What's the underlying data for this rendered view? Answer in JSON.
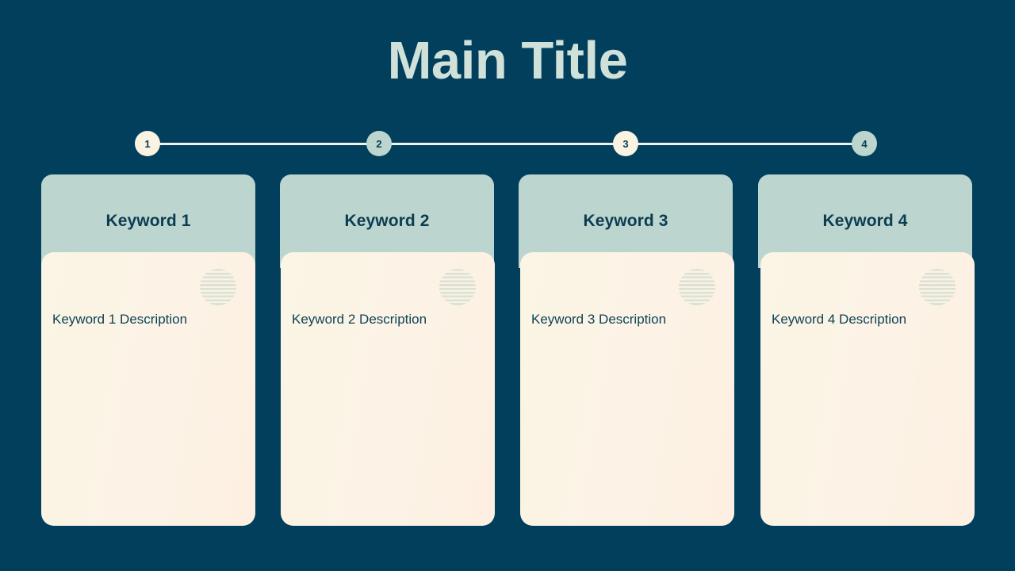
{
  "slide": {
    "title": "Main Title",
    "background_color": "#023f5c",
    "title_color": "#cfe1d8"
  },
  "timeline": {
    "line_color": "#eef3ef",
    "markers": [
      {
        "number": "1",
        "style": "cream",
        "color": "#fbf3e2"
      },
      {
        "number": "2",
        "style": "sage",
        "color": "#bcd5ce"
      },
      {
        "number": "3",
        "style": "cream",
        "color": "#fbf3e2"
      },
      {
        "number": "4",
        "style": "sage",
        "color": "#bcd5ce"
      }
    ]
  },
  "cards": [
    {
      "header": "Keyword 1",
      "description": "Keyword 1 Description",
      "decoration_icon": "striped-circle-icon",
      "header_color": "#bcd5ce",
      "body_color": "#faf5e4"
    },
    {
      "header": "Keyword 2",
      "description": "Keyword 2 Description",
      "decoration_icon": "striped-circle-icon",
      "header_color": "#bcd5ce",
      "body_color": "#faf5e4"
    },
    {
      "header": "Keyword 3",
      "description": "Keyword 3 Description",
      "decoration_icon": "striped-circle-icon",
      "header_color": "#bcd5ce",
      "body_color": "#faf5e4"
    },
    {
      "header": "Keyword 4",
      "description": "Keyword 4 Description",
      "decoration_icon": "striped-circle-icon",
      "header_color": "#bcd5ce",
      "body_color": "#faf5e4"
    }
  ]
}
